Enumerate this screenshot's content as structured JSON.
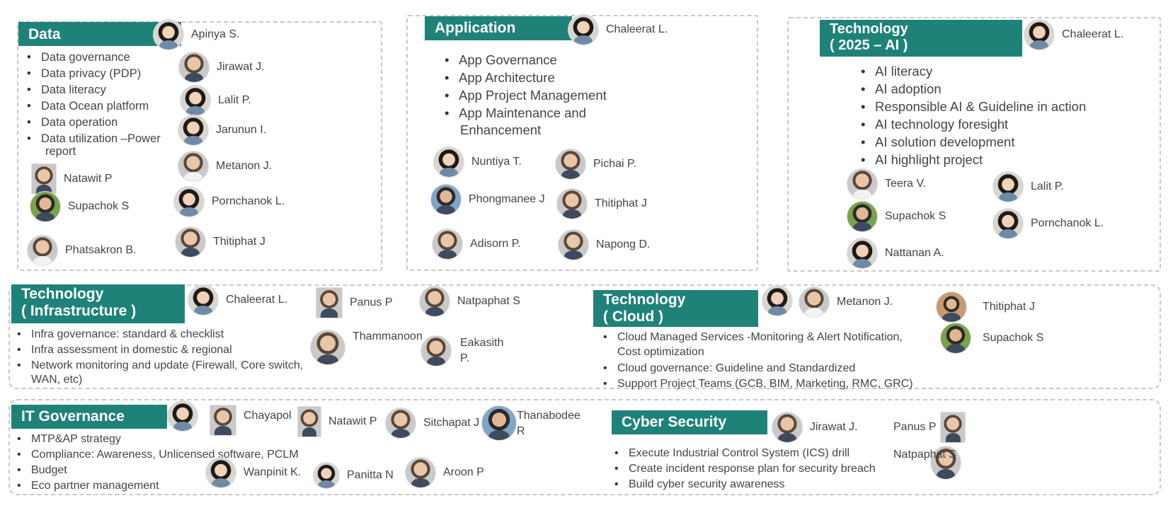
{
  "data_section": {
    "header": "Data",
    "bullets": [
      "Data governance",
      "Data privacy (PDP)",
      "Data literacy",
      "Data Ocean platform",
      "Data operation",
      "Data utilization –Power",
      "report"
    ],
    "people": [
      "Apinya S.",
      "Jirawat J.",
      "Lalit P.",
      "Jarunun I.",
      "Metanon J.",
      "Natawit P",
      "Pornchanok L.",
      "Supachok S",
      "Thitiphat J",
      "Phatsakron B."
    ]
  },
  "application": {
    "header": "Application",
    "bullets": [
      "App Governance",
      "App Architecture",
      "App Project Management",
      "App Maintenance and",
      "Enhancement"
    ],
    "people": [
      "Chaleerat L.",
      "Nuntiya T.",
      "Pichai P.",
      "Phongmanee J",
      "Thitiphat J",
      "Adisorn P.",
      "Napong D."
    ]
  },
  "technology_ai": {
    "header": "Technology\n ( 2025 – AI )",
    "bullets": [
      "AI literacy",
      "AI adoption",
      "Responsible AI & Guideline in action",
      "AI technology foresight",
      "AI solution development",
      "AI highlight project"
    ],
    "people": [
      "Chaleerat L.",
      "Teera V.",
      "Lalit P.",
      "Supachok S",
      "Pornchanok L.",
      "Nattanan A."
    ]
  },
  "technology_infra": {
    "header": "Technology\n ( Infrastructure )",
    "bullets": [
      "Infra governance: standard & checklist",
      "Infra assessment in domestic & regional",
      "Network monitoring and update (Firewall, Core switch,",
      "WAN, etc)"
    ],
    "people": [
      "Chaleerat L.",
      "Panus P",
      "Natpaphat S",
      "Thammanoon",
      "Eakasith",
      "P."
    ]
  },
  "technology_cloud": {
    "header": "Technology\n ( Cloud )",
    "bullets": [
      "Cloud Managed Services -Monitoring & Alert Notification,",
      "Cost optimization",
      "Cloud governance: Guideline and Standardized",
      "Support Project Teams (GCB, BIM, Marketing, RMC, GRC)"
    ],
    "people": [
      "Metanon J.",
      "Thitiphat J",
      "Supachok S"
    ]
  },
  "it_governance": {
    "header": "IT Governance",
    "bullets": [
      "MTP&AP strategy",
      "Compliance: Awareness, Unlicensed software, PCLM",
      "Budget",
      "Eco partner management"
    ],
    "people": [
      "Chayapol",
      "Natawit P",
      "Sitchapat J",
      "Thanabodee",
      "R",
      "Wanpinit K.",
      "Panitta N",
      "Aroon P"
    ]
  },
  "cyber_security": {
    "header": "Cyber Security",
    "bullets": [
      "Execute Industrial Control System (ICS) drill",
      "Create incident response plan  for security breach",
      "Build cyber security awareness"
    ],
    "people": [
      "Jirawat J.",
      "Panus P",
      "Natpaphat S"
    ]
  }
}
